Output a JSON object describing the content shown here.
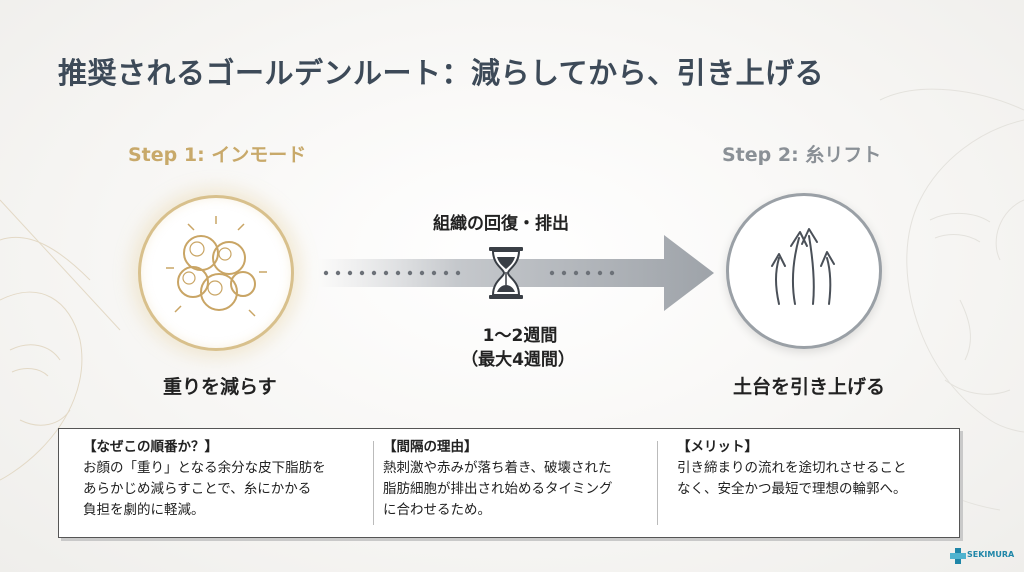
{
  "title": "推奨されるゴールデンルート：減らしてから、引き上げる",
  "step1": {
    "label": "Step 1: インモード",
    "caption": "重りを減らす",
    "icon": "fat-cells-icon",
    "color": "#c8a96a"
  },
  "step2": {
    "label": "Step 2: 糸リフト",
    "caption": "土台を引き上げる",
    "icon": "lift-arrows-icon",
    "color": "#8a9096"
  },
  "transition": {
    "top_label": "組織の回復・排出",
    "period_line1": "1〜2週間",
    "period_line2": "（最大4週間）",
    "icon": "hourglass-icon"
  },
  "info": [
    {
      "heading": "【なぜこの順番か？】",
      "lines": [
        "お顔の「重り」となる余分な皮下脂肪を",
        "あらかじめ減らすことで、糸にかかる",
        "負担を劇的に軽減。"
      ]
    },
    {
      "heading": "【間隔の理由】",
      "lines": [
        "熱刺激や赤みが落ち着き、破壊された",
        "脂肪細胞が排出され始めるタイミング",
        "に合わせるため。"
      ]
    },
    {
      "heading": "【メリット】",
      "lines": [
        "引き締まりの流れを途切れさせること",
        "なく、安全かつ最短で理想の輪郭へ。"
      ]
    }
  ],
  "logo": {
    "text": "SEKIMURA",
    "color": "#1f86a8"
  }
}
